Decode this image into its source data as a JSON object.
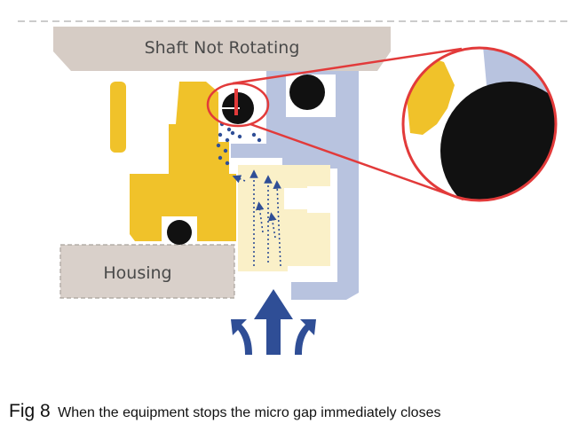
{
  "figure": {
    "shaft_label": "Shaft Not Rotating",
    "housing_label": "Housing"
  },
  "caption": {
    "number": "Fig 8",
    "text": "When the equipment stops the micro gap immediately closes"
  },
  "colors": {
    "shaft": "#d6ccc5",
    "housing": "#d9d0ca",
    "rotor_yellow": "#f0c22a",
    "stator_blue": "#b8c3df",
    "fluid_cream": "#faf0c8",
    "oring_black": "#111111",
    "zoom_red": "#e23a3a",
    "arrow_blue": "#2f4e96"
  },
  "icons": [
    "flow-arrow-icon",
    "drop-arrow-icon"
  ]
}
